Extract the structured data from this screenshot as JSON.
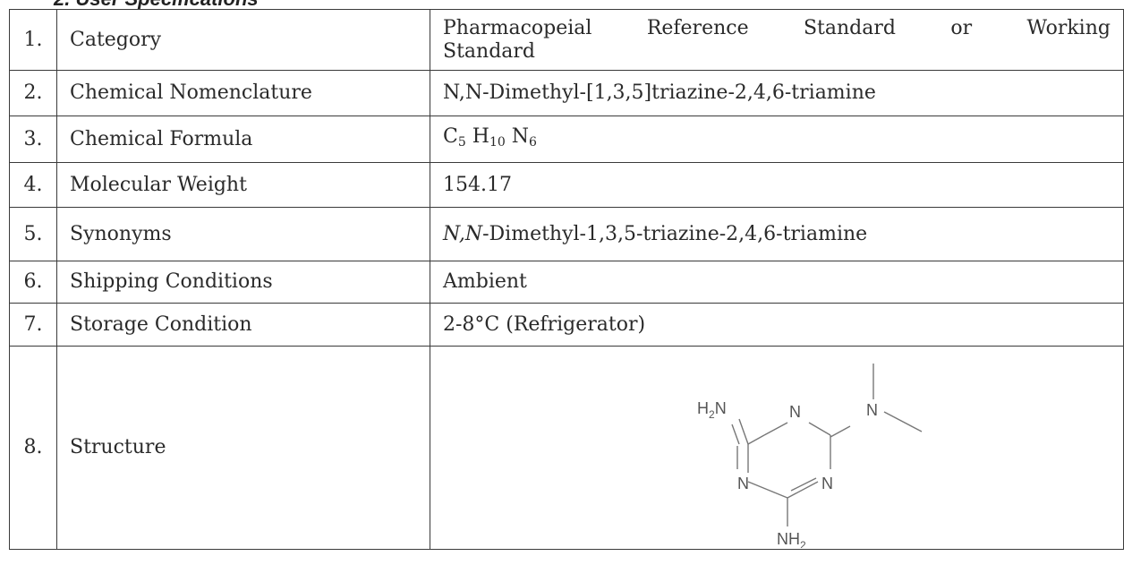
{
  "heading": "2.  User Specifications",
  "rows": [
    {
      "num": "1.",
      "label": "Category",
      "value_words": [
        "Pharmacopeial",
        "Reference",
        "Standard",
        "or",
        "Working"
      ],
      "value_line2": "Standard"
    },
    {
      "num": "2.",
      "label": "Chemical Nomenclature",
      "value": "N,N-Dimethyl-[1,3,5]triazine-2,4,6-triamine"
    },
    {
      "num": "3.",
      "label": "Chemical Formula",
      "formula": {
        "c": "C",
        "c_n": "5",
        "h": "H",
        "h_n": "10",
        "n": "N",
        "n_n": "6"
      }
    },
    {
      "num": "4.",
      "label": "Molecular Weight",
      "value": "154.17"
    },
    {
      "num": "5.",
      "label": "Synonyms",
      "value_prefix": "N,N",
      "value_rest": "-Dimethyl-1,3,5-triazine-2,4,6-triamine"
    },
    {
      "num": "6.",
      "label": "Shipping Conditions",
      "value": "Ambient"
    },
    {
      "num": "7.",
      "label": "Storage Condition",
      "value": "2-8°C (Refrigerator)"
    },
    {
      "num": "8.",
      "label": "Structure"
    }
  ],
  "structure": {
    "h2n_h": "H",
    "h2n_sub": "2",
    "h2n_n": "N",
    "ring_n_top": "N",
    "ring_n_left": "N",
    "ring_n_right": "N",
    "nme2_n": "N",
    "nh2_n": "NH",
    "nh2_sub": "2"
  }
}
